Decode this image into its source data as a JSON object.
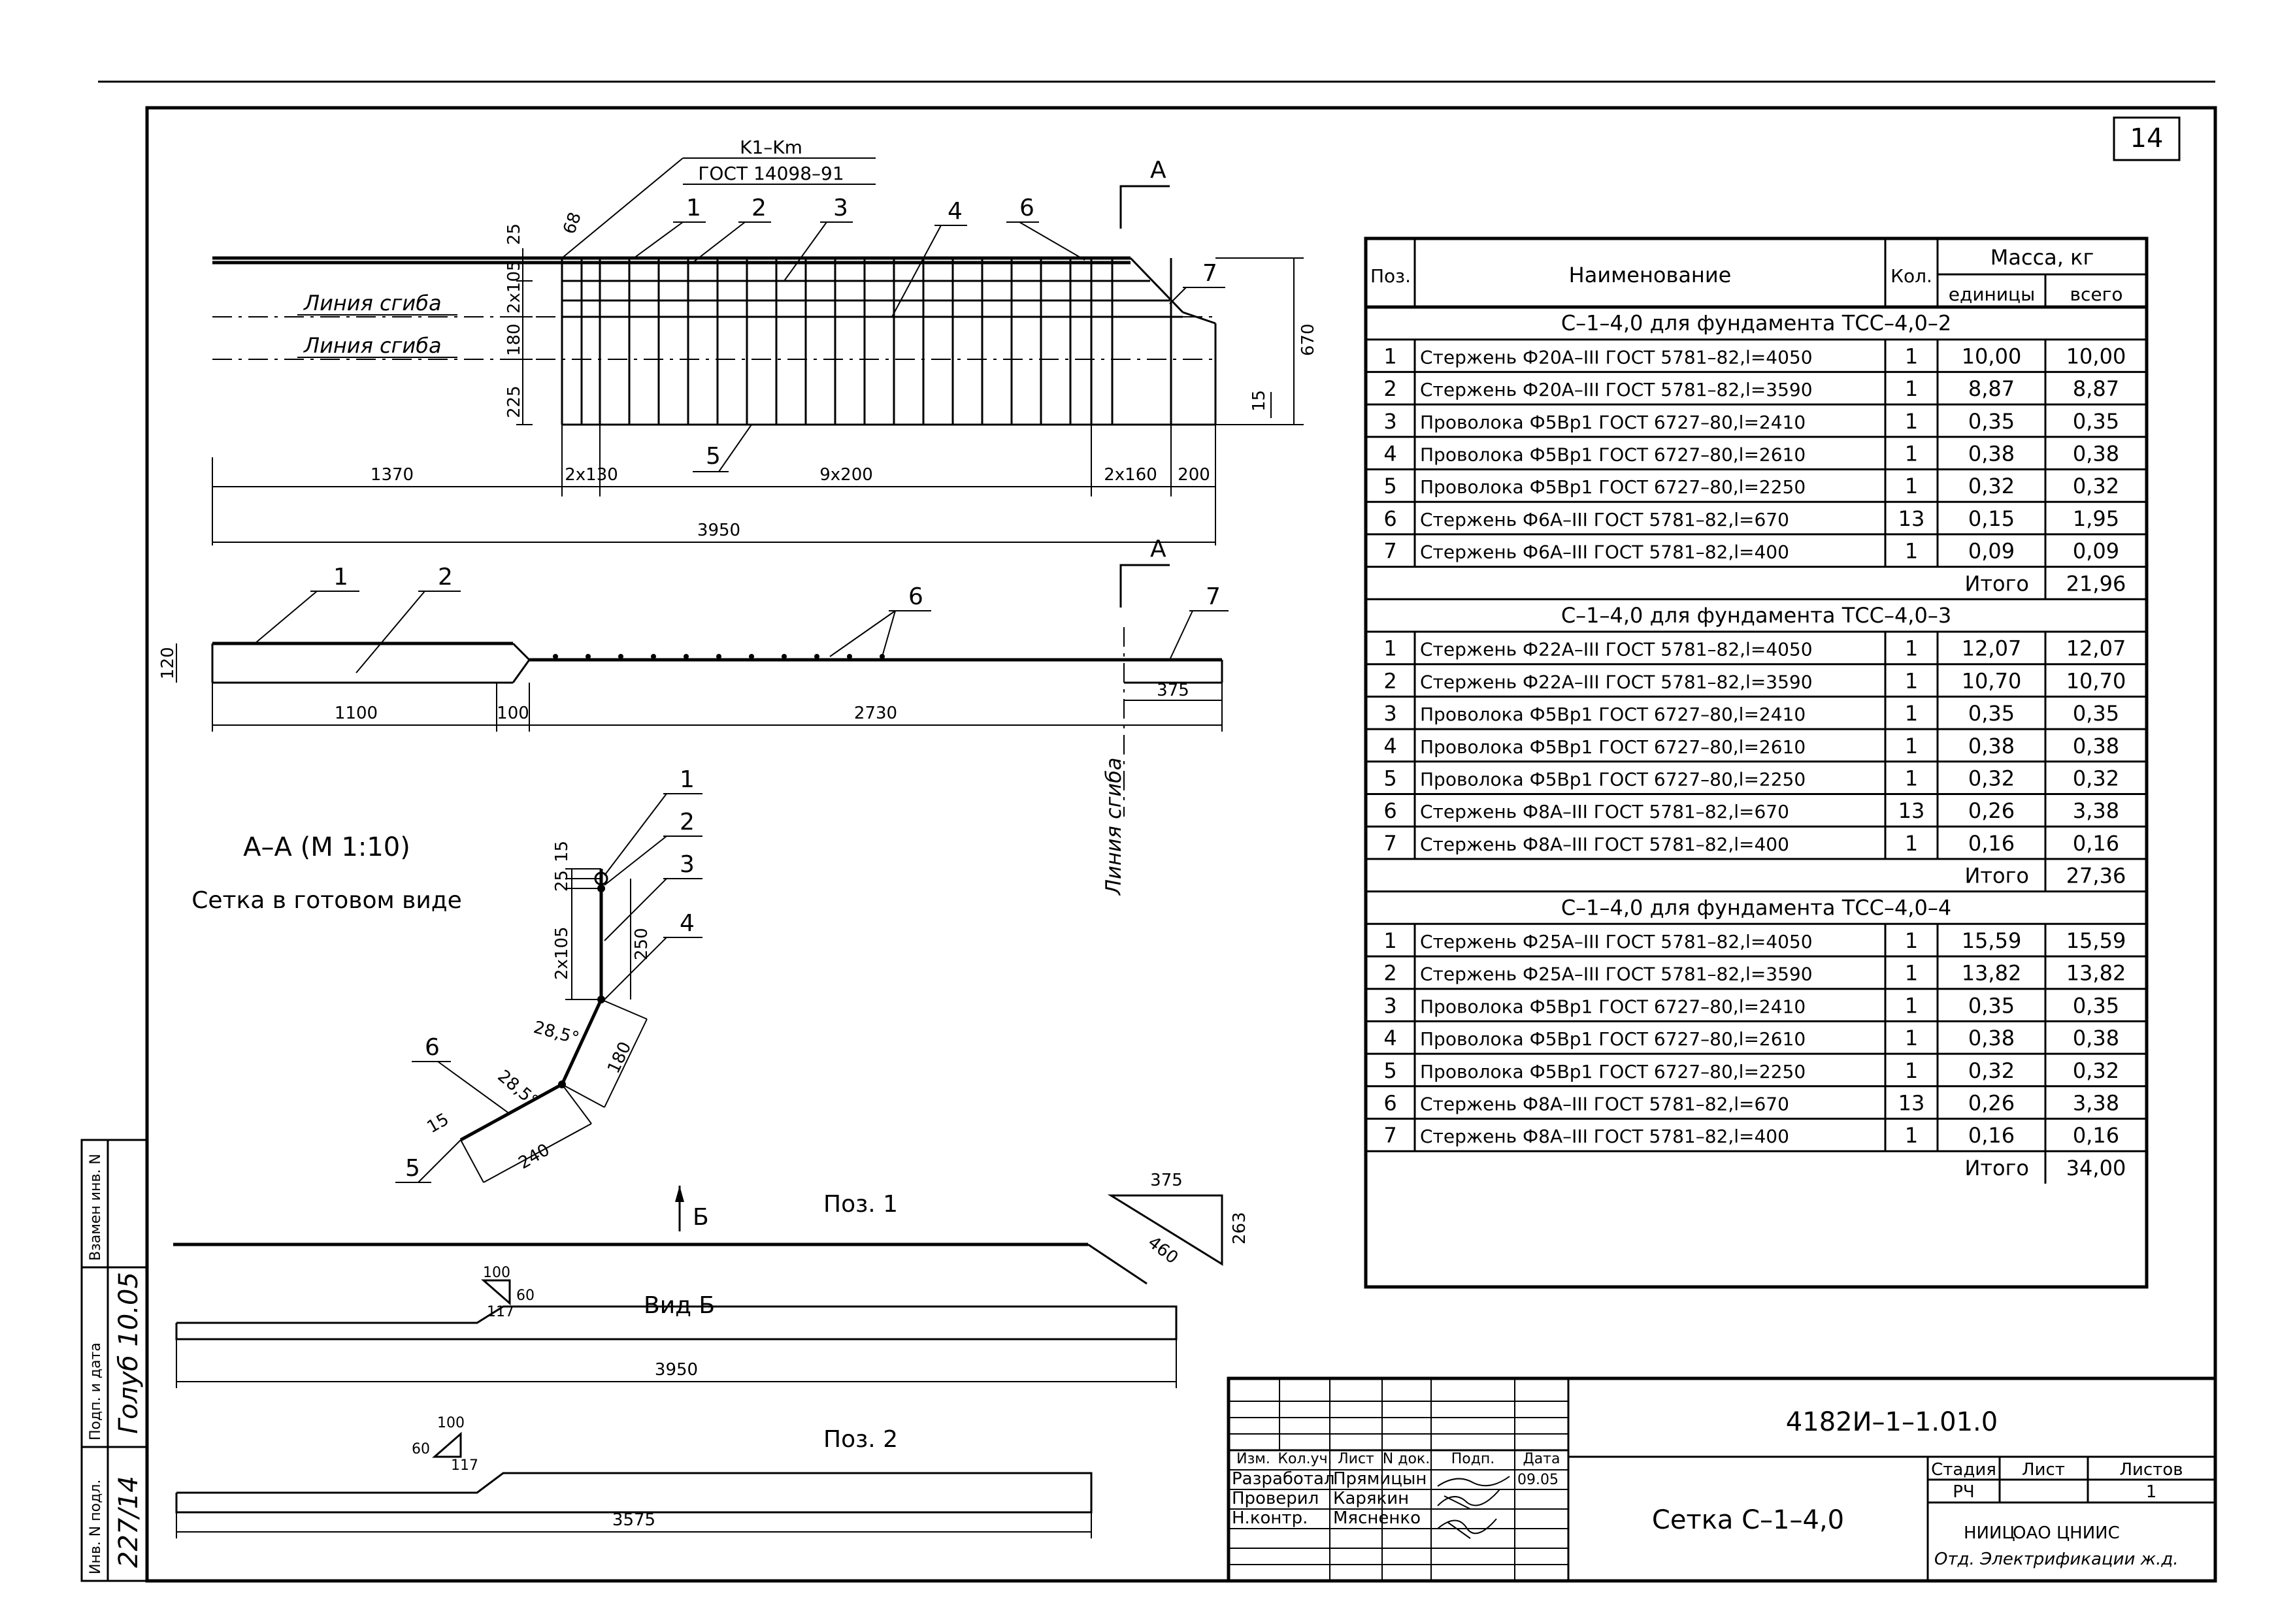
{
  "page_number": "14",
  "drawing": {
    "mesh_label": "K1–Km",
    "mesh_standard": "ГОСТ 14098–91",
    "bend_line_1": "Линия сгиба",
    "bend_line_2": "Линия сгиба",
    "bend_line_vertical": "Линия сгиба",
    "section_mark": "А",
    "section_mark_2": "А",
    "view_mark": "Б",
    "section_title": "А–А (М 1:10)",
    "section_caption": "Сетка в готовом виде",
    "view_title": "Вид Б",
    "pos1_label": "Поз. 1",
    "pos2_label": "Поз. 2",
    "plan_callouts": [
      "1",
      "2",
      "3",
      "4",
      "6",
      "7",
      "5"
    ],
    "side_callouts": [
      "1",
      "2",
      "6",
      "7"
    ],
    "section_callouts": [
      "1",
      "2",
      "3",
      "4",
      "6",
      "5"
    ],
    "dims_plan": {
      "d25": "25",
      "d68": "68",
      "d2x105": "2х105",
      "d180": "180",
      "d225": "225",
      "d670": "670",
      "d15": "15",
      "d1370": "1370",
      "d2x130": "2х130",
      "d9x200": "9х200",
      "d2x160": "2х160",
      "d200": "200",
      "d3950": "3950"
    },
    "dims_side": {
      "d120": "120",
      "d1100": "1100",
      "d100": "100",
      "d2730": "2730",
      "d375": "375"
    },
    "dims_section": {
      "d15": "15",
      "d25": "25",
      "d2x105": "2х105",
      "d250": "250",
      "d28a": "28,5°",
      "d180": "180",
      "d28b": "28,5°",
      "d15b": "15",
      "d240": "240"
    },
    "dims_triangle": {
      "a": "375",
      "b": "263",
      "c": "460"
    },
    "dims_pos1": {
      "bend_top": "100",
      "bend_side": "60",
      "bend_hyp": "117",
      "length": "3950"
    },
    "dims_pos2": {
      "bend_top": "100",
      "bend_side": "60",
      "bend_hyp": "117",
      "length": "3575"
    }
  },
  "spec_table": {
    "headers": {
      "pos": "Поз.",
      "name": "Наименование",
      "qty": "Кол.",
      "mass": "Масса, кг",
      "unit": "единицы",
      "total": "всего"
    },
    "groups": [
      {
        "title": "С–1–4,0 для фундамента ТСС–4,0–2",
        "rows": [
          {
            "pos": "1",
            "name": "Стержень Ф20А–III  ГОСТ 5781–82,l=4050",
            "qty": "1",
            "unit": "10,00",
            "total": "10,00"
          },
          {
            "pos": "2",
            "name": "Стержень Ф20А–III  ГОСТ 5781–82,l=3590",
            "qty": "1",
            "unit": "8,87",
            "total": "8,87"
          },
          {
            "pos": "3",
            "name": "Проволока Ф5Вр1  ГОСТ 6727–80,l=2410",
            "qty": "1",
            "unit": "0,35",
            "total": "0,35"
          },
          {
            "pos": "4",
            "name": "Проволока Ф5Вр1  ГОСТ 6727–80,l=2610",
            "qty": "1",
            "unit": "0,38",
            "total": "0,38"
          },
          {
            "pos": "5",
            "name": "Проволока Ф5Вр1  ГОСТ 6727–80,l=2250",
            "qty": "1",
            "unit": "0,32",
            "total": "0,32"
          },
          {
            "pos": "6",
            "name": "Стержень Ф6А–III  ГОСТ 5781–82,l=670",
            "qty": "13",
            "unit": "0,15",
            "total": "1,95"
          },
          {
            "pos": "7",
            "name": "Стержень Ф6А–III  ГОСТ 5781–82,l=400",
            "qty": "1",
            "unit": "0,09",
            "total": "0,09"
          }
        ],
        "total_label": "Итого",
        "total": "21,96"
      },
      {
        "title": "С–1–4,0 для фундамента ТСС–4,0–3",
        "rows": [
          {
            "pos": "1",
            "name": "Стержень Ф22А–III  ГОСТ 5781–82,l=4050",
            "qty": "1",
            "unit": "12,07",
            "total": "12,07"
          },
          {
            "pos": "2",
            "name": "Стержень Ф22А–III  ГОСТ 5781–82,l=3590",
            "qty": "1",
            "unit": "10,70",
            "total": "10,70"
          },
          {
            "pos": "3",
            "name": "Проволока Ф5Вр1  ГОСТ 6727–80,l=2410",
            "qty": "1",
            "unit": "0,35",
            "total": "0,35"
          },
          {
            "pos": "4",
            "name": "Проволока Ф5Вр1  ГОСТ 6727–80,l=2610",
            "qty": "1",
            "unit": "0,38",
            "total": "0,38"
          },
          {
            "pos": "5",
            "name": "Проволока Ф5Вр1  ГОСТ 6727–80,l=2250",
            "qty": "1",
            "unit": "0,32",
            "total": "0,32"
          },
          {
            "pos": "6",
            "name": "Стержень Ф8А–III  ГОСТ 5781–82,l=670",
            "qty": "13",
            "unit": "0,26",
            "total": "3,38"
          },
          {
            "pos": "7",
            "name": "Стержень Ф8А–III  ГОСТ 5781–82,l=400",
            "qty": "1",
            "unit": "0,16",
            "total": "0,16"
          }
        ],
        "total_label": "Итого",
        "total": "27,36"
      },
      {
        "title": "С–1–4,0 для фундамента ТСС–4,0–4",
        "rows": [
          {
            "pos": "1",
            "name": "Стержень Ф25А–III  ГОСТ 5781–82,l=4050",
            "qty": "1",
            "unit": "15,59",
            "total": "15,59"
          },
          {
            "pos": "2",
            "name": "Стержень Ф25А–III  ГОСТ 5781–82,l=3590",
            "qty": "1",
            "unit": "13,82",
            "total": "13,82"
          },
          {
            "pos": "3",
            "name": "Проволока Ф5Вр1  ГОСТ 6727–80,l=2410",
            "qty": "1",
            "unit": "0,35",
            "total": "0,35"
          },
          {
            "pos": "4",
            "name": "Проволока Ф5Вр1  ГОСТ 6727–80,l=2610",
            "qty": "1",
            "unit": "0,38",
            "total": "0,38"
          },
          {
            "pos": "5",
            "name": "Проволока Ф5Вр1  ГОСТ 6727–80,l=2250",
            "qty": "1",
            "unit": "0,32",
            "total": "0,32"
          },
          {
            "pos": "6",
            "name": "Стержень Ф8А–III  ГОСТ 5781–82,l=670",
            "qty": "13",
            "unit": "0,26",
            "total": "3,38"
          },
          {
            "pos": "7",
            "name": "Стержень Ф8А–III  ГОСТ 5781–82,l=400",
            "qty": "1",
            "unit": "0,16",
            "total": "0,16"
          }
        ],
        "total_label": "Итого",
        "total": "34,00"
      }
    ]
  },
  "title_block": {
    "doc_code": "4182И–1–1.01.0",
    "doc_title": "Сетка С–1–4,0",
    "col_headers": [
      "Изм.",
      "Кол.уч.",
      "Лист",
      "N док.",
      "Подп.",
      "Дата"
    ],
    "roles": [
      "Разработал",
      "Проверил",
      "Н.контр."
    ],
    "names": [
      "Прямицын",
      "Карякин",
      "Мясненко"
    ],
    "date": "09.05",
    "stage_label": "Стадия",
    "sheet_label": "Лист",
    "sheets_label": "Листов",
    "stage": "РЧ",
    "sheet": "",
    "sheets": "1",
    "org_logo": "НИИЦ",
    "org_name": "ОАО ЦНИИС",
    "org_dept": "Отд. Электрификации ж.д."
  },
  "side_stamp": {
    "labels": [
      "Инв. N подл.",
      "Подп. и дата",
      "Взамен инв. N"
    ],
    "inv_value": "227/14",
    "sign_value": "Голуб 10.05"
  }
}
